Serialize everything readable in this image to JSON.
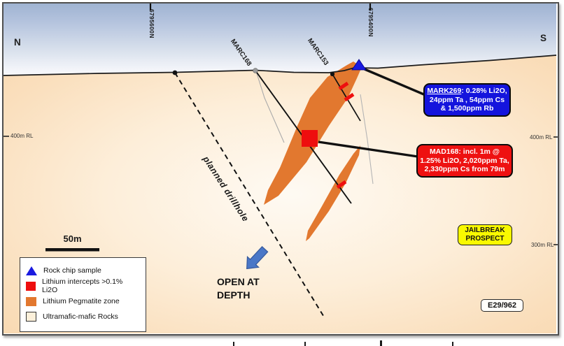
{
  "section": {
    "north_label": "N",
    "south_label": "S",
    "northing_left": "6795600N",
    "northing_right": "6795400N",
    "rl_400_left": "400m RL",
    "rl_400_right": "400m RL",
    "rl_300_right": "300m RL"
  },
  "drillholes": {
    "marc168_label": "MARC168",
    "marc153_label": "MARC153",
    "planned_label": "planned drillhole"
  },
  "callouts": {
    "mark269": {
      "hole": "MARK269",
      "line1_rest": ": 0.28% Li2O,",
      "line2": "24ppm Ta , 54ppm Cs",
      "line3": "& 1,500ppm Rb"
    },
    "mad168": {
      "line1": "MAD168: incl. 1m @",
      "line2": "1.25% Li2O, 2,020ppm Ta,",
      "line3": "2,330ppm Cs from 79m"
    }
  },
  "labels": {
    "prospect_line1": "JAILBREAK",
    "prospect_line2": "PROSPECT",
    "tenement": "E29/962",
    "open_line1": "OPEN AT",
    "open_line2": "DEPTH",
    "scale_bar": "50m"
  },
  "legend": {
    "items": [
      {
        "swatch": "blue-triangle-icon",
        "label": "Rock chip sample"
      },
      {
        "swatch": "red-square-icon",
        "label": "Lithium intercepts >0.1% Li2O"
      },
      {
        "swatch": "orange-square-icon",
        "label": "Lithium Pegmatite zone"
      },
      {
        "swatch": "cream-square-icon",
        "label": "Ultramafic-mafic Rocks"
      }
    ]
  },
  "colors": {
    "sky_top": "#9fb3d2",
    "ground_edge": "#f8d8b0",
    "ground_center": "#fefaf3",
    "pegmatite_orange": "#e2782f",
    "intercept_red": "#ee0e0e",
    "callout_blue": "#1414dd",
    "callout_red": "#ee1111",
    "prospect_yellow": "#f9f900",
    "rock_chip_blue": "#1a1ae0",
    "arrow_blue": "#4a77c7"
  }
}
